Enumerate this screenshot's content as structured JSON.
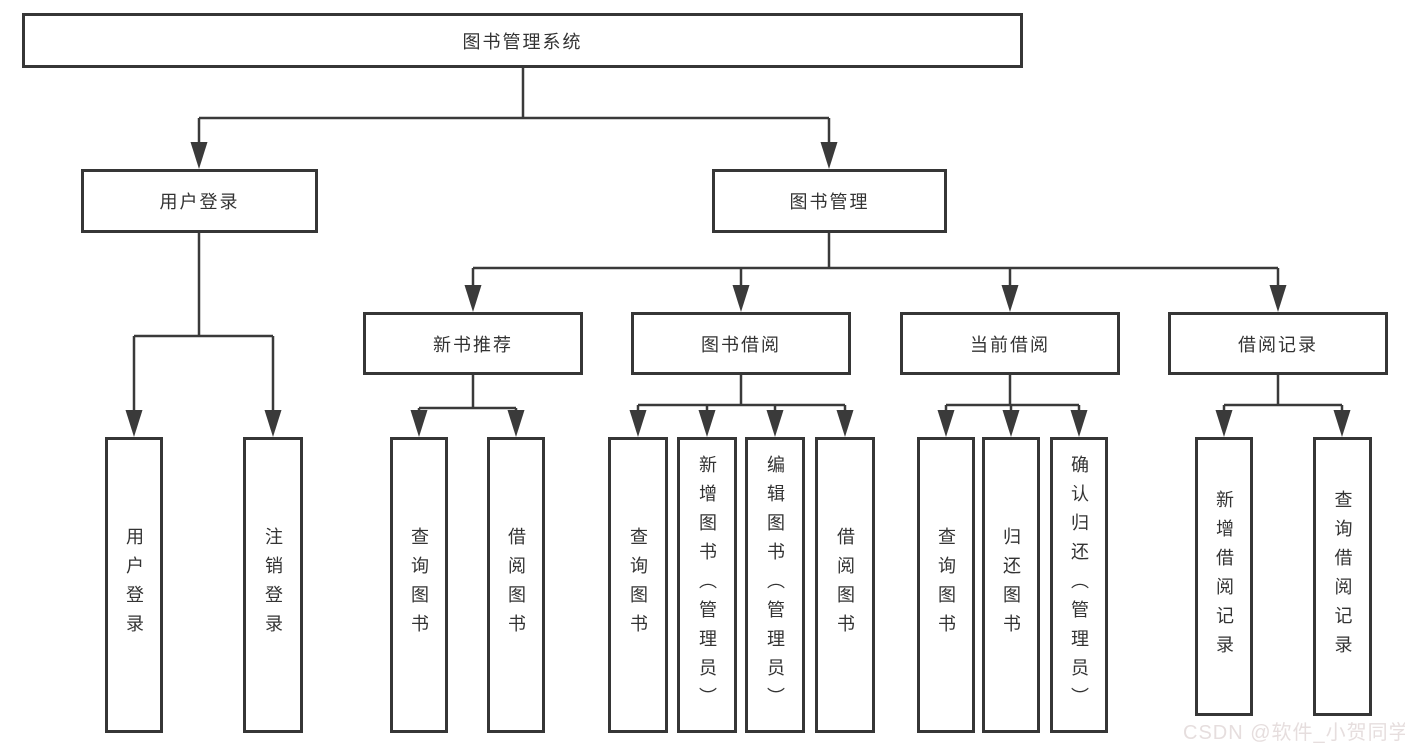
{
  "tree": {
    "root": {
      "label": "图书管理系统",
      "children": [
        {
          "label": "用户登录",
          "children": [
            {
              "label": "用户登录"
            },
            {
              "label": "注销登录"
            }
          ]
        },
        {
          "label": "图书管理",
          "children": [
            {
              "label": "新书推荐",
              "children": [
                {
                  "label": "查询图书"
                },
                {
                  "label": "借阅图书"
                }
              ]
            },
            {
              "label": "图书借阅",
              "children": [
                {
                  "label": "查询图书"
                },
                {
                  "label": "新增图书（管理员）"
                },
                {
                  "label": "编辑图书（管理员）"
                },
                {
                  "label": "借阅图书"
                }
              ]
            },
            {
              "label": "当前借阅",
              "children": [
                {
                  "label": "查询图书"
                },
                {
                  "label": "归还图书"
                },
                {
                  "label": "确认归还（管理员）"
                }
              ]
            },
            {
              "label": "借阅记录",
              "children": [
                {
                  "label": "新增借阅记录"
                },
                {
                  "label": "查询借阅记录"
                }
              ]
            }
          ]
        }
      ]
    }
  },
  "watermark": {
    "text": "CSDN @软件_小贺同学"
  },
  "colors": {
    "line": "#3a3a3a",
    "border": "#363636",
    "text": "#333333",
    "background": "#ffffff",
    "watermark": "#e5dcdc"
  }
}
